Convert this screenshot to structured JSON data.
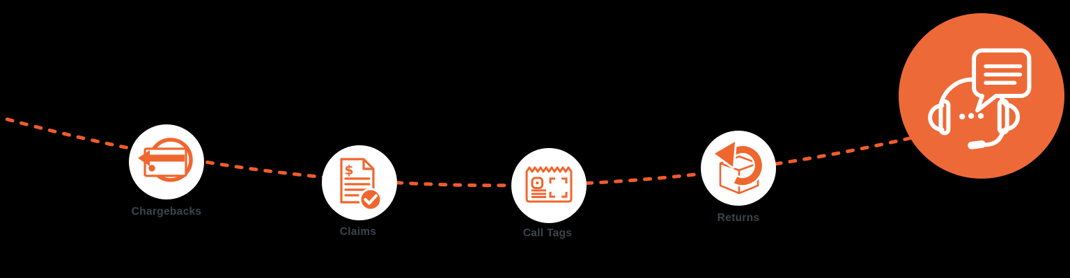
{
  "colors": {
    "background": "#000000",
    "node_fill": "#FFFFFF",
    "icon_orange": "#F0662F",
    "dash_orange": "#F15B2B",
    "endpoint_orange": "#ED6A38",
    "label_color": "#3A444D",
    "endpoint_icon_color": "#FFFFFF"
  },
  "nodes": [
    {
      "label": "Chargebacks",
      "icon": "credit-card-chargeback-icon"
    },
    {
      "label": "Claims",
      "icon": "claim-document-check-icon",
      "glyph": "$"
    },
    {
      "label": "Call Tags",
      "icon": "call-tag-label-icon"
    },
    {
      "label": "Returns",
      "icon": "return-box-arrow-icon"
    }
  ],
  "endpoint": {
    "icon": "support-headset-chat-icon"
  }
}
